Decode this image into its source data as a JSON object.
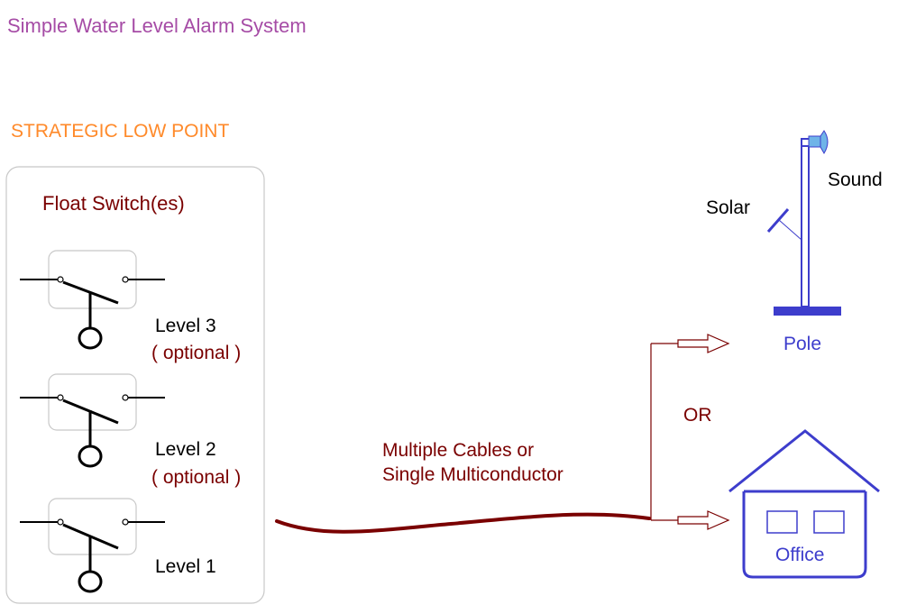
{
  "title": "Simple Water Level Alarm System",
  "location_label": "STRATEGIC LOW POINT",
  "float_switch_label": "Float Switch(es)",
  "levels": [
    {
      "label": "Level 3",
      "note": "( optional )"
    },
    {
      "label": "Level 2",
      "note": "( optional )"
    },
    {
      "label": "Level 1"
    }
  ],
  "cable_label": [
    "Multiple Cables or",
    "Single Multiconductor"
  ],
  "or_label": "OR",
  "pole": {
    "label": "Pole",
    "solar_label": "Solar",
    "sound_label": "Sound"
  },
  "office_label": "Office",
  "colors": {
    "title": "#a64ca6",
    "location": "#ff8a2a",
    "dark_red": "#7a0000",
    "blue": "#3d3dcc",
    "box_border": "#c8c8c8"
  }
}
